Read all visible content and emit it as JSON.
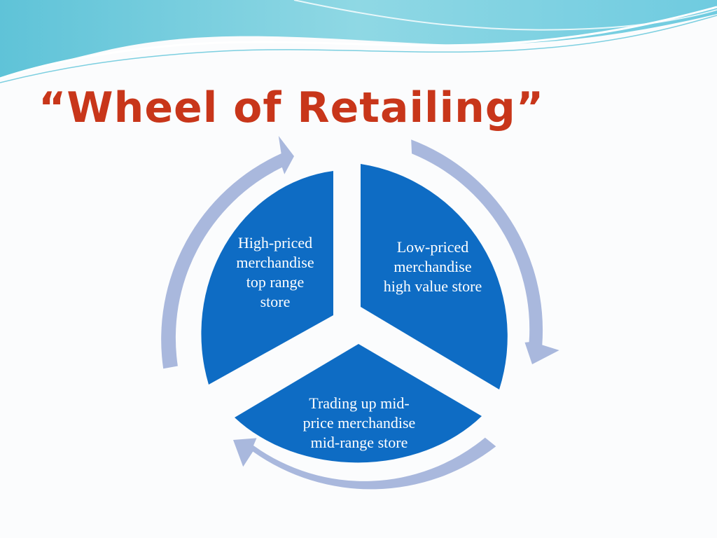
{
  "slide": {
    "title": "“Wheel of Retailing”"
  },
  "wheel": {
    "segments": [
      {
        "name": "high-priced",
        "lines": [
          "High-priced",
          "merchandise",
          "top range",
          "store"
        ]
      },
      {
        "name": "low-priced",
        "lines": [
          "Low-priced",
          "merchandise",
          "high value store"
        ]
      },
      {
        "name": "trading-up",
        "lines": [
          "Trading up mid-",
          "price merchandise",
          "mid-range store"
        ]
      }
    ],
    "colors": {
      "segment_fill": "#0e6cc4",
      "arrow_fill": "#a9b8dd",
      "title": "#c8361a"
    }
  }
}
